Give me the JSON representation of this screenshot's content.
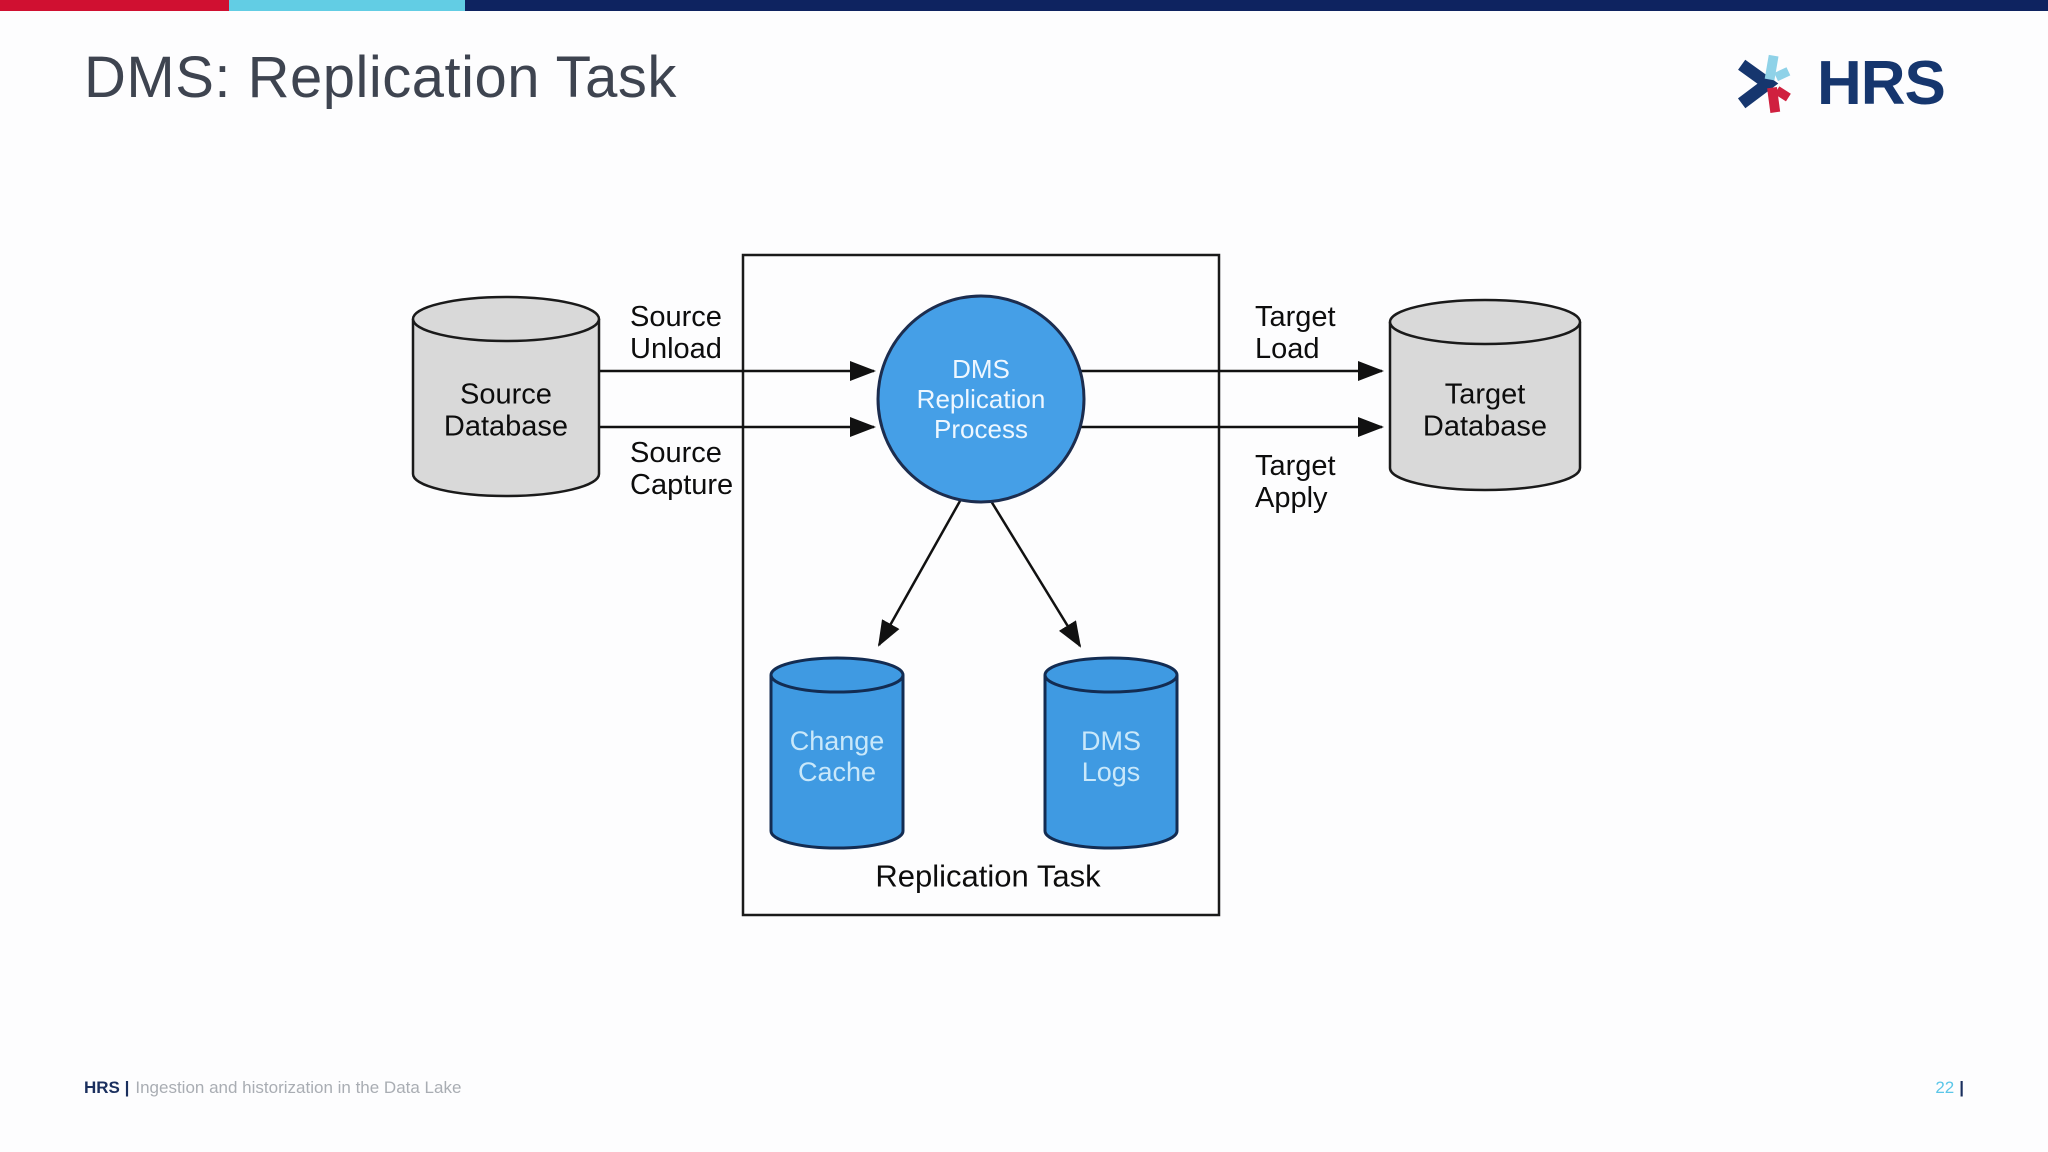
{
  "slide": {
    "title": "DMS: Replication Task"
  },
  "brand": {
    "logo_text": "HRS",
    "colors": {
      "navy": "#16366e",
      "light_blue": "#8fd2e8",
      "red": "#d0203f"
    }
  },
  "top_bar": {
    "segments": [
      {
        "name": "red",
        "color": "#d01031"
      },
      {
        "name": "light-blue",
        "color": "#62cde4"
      },
      {
        "name": "navy",
        "color": "#0e2360"
      }
    ]
  },
  "diagram": {
    "box_label": "Replication Task",
    "nodes": {
      "source_db": "Source\nDatabase",
      "target_db": "Target\nDatabase",
      "process": "DMS\nReplication\nProcess",
      "change_cache": "Change\nCache",
      "dms_logs": "DMS\nLogs"
    },
    "edges": {
      "source_unload": "Source\nUnload",
      "source_capture": "Source\nCapture",
      "target_load": "Target\nLoad",
      "target_apply": "Target\nApply"
    },
    "colors": {
      "process_fill": "#459fe7",
      "blue_cylinder_fill": "#3f9ae2",
      "gray_cylinder_fill": "#d9d9d9",
      "line": "#111111"
    }
  },
  "footer": {
    "brand": "HRS |",
    "description": "Ingestion and historization in the Data Lake",
    "page_number": "22",
    "divider": "|"
  }
}
